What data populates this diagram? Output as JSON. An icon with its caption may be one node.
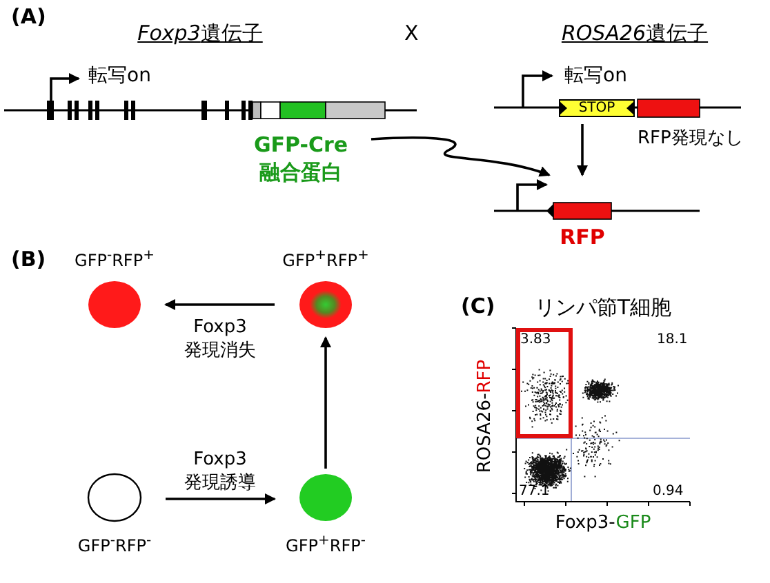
{
  "diagram": {
    "nodes": [
      {
        "text": [
          "GFP-Cre 融合蛋白"
        ]
      },
      {
        "text": [
          "転写on",
          "STOP"
        ],
        "beside": [
          "RFP発現なし"
        ]
      },
      {
        "text": [
          "RFP"
        ]
      },
      {
        "text": [
          "GFP$^{-}$RFP$^{+}$"
        ]
      },
      {
        "text": [
          "GFP$^{+}$RFP$^{+}$"
        ]
      },
      {
        "text": [
          "GFP$^{-}$RFP$^{-}$"
        ]
      },
      {
        "text": [
          "GFP$^{+}$RFP$^{-}$"
        ]
      }
    ],
    "edges": [
      {
        "from": 0,
        "to": 2,
        "arrow": "to"
      },
      {
        "from": 1,
        "to": 2,
        "arrow": "to"
      },
      {
        "from": 5,
        "to": 6,
        "arrow": "to",
        "label": "Foxp3 発現誘導"
      },
      {
        "from": 6,
        "to": 4,
        "arrow": "to"
      },
      {
        "from": 4,
        "to": 3,
        "arrow": "to",
        "label": "Foxp3 発現消失"
      }
    ],
    "labels": [
      "(A)",
      "Foxp3遺伝子",
      "X",
      "ROSA26遺伝子",
      "転写on",
      "(B)",
      "(C)",
      "リンパ節T細胞",
      "3.83",
      "18.1",
      "77.1",
      "0.94",
      "ROSA26-RFP",
      "Foxp3-GFP"
    ]
  }
}
